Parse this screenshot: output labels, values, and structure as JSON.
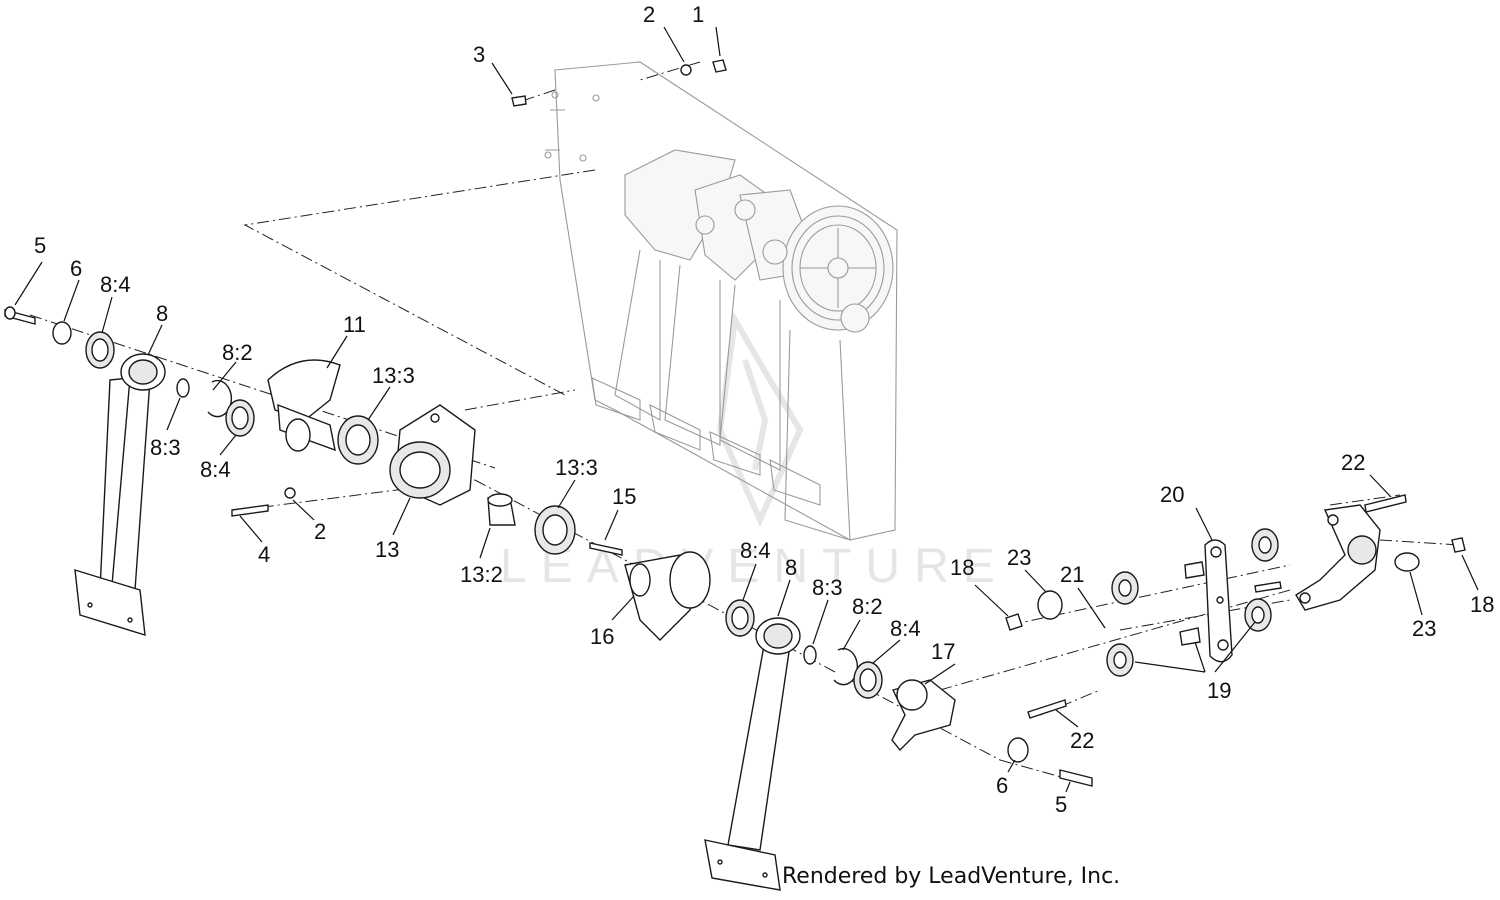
{
  "watermark": "LEADVENTURE",
  "credit": "Rendered by LeadVenture, Inc.",
  "callouts": [
    "1",
    "2",
    "3",
    "5",
    "6",
    "8:4",
    "8",
    "11",
    "8:2",
    "13:3",
    "8:3",
    "8:4",
    "2",
    "4",
    "13",
    "13:3",
    "15",
    "13:2",
    "16",
    "8:4",
    "8",
    "8:3",
    "8:2",
    "8:4",
    "17",
    "18",
    "23",
    "21",
    "20",
    "22",
    "19",
    "22",
    "6",
    "5",
    "23",
    "18"
  ]
}
